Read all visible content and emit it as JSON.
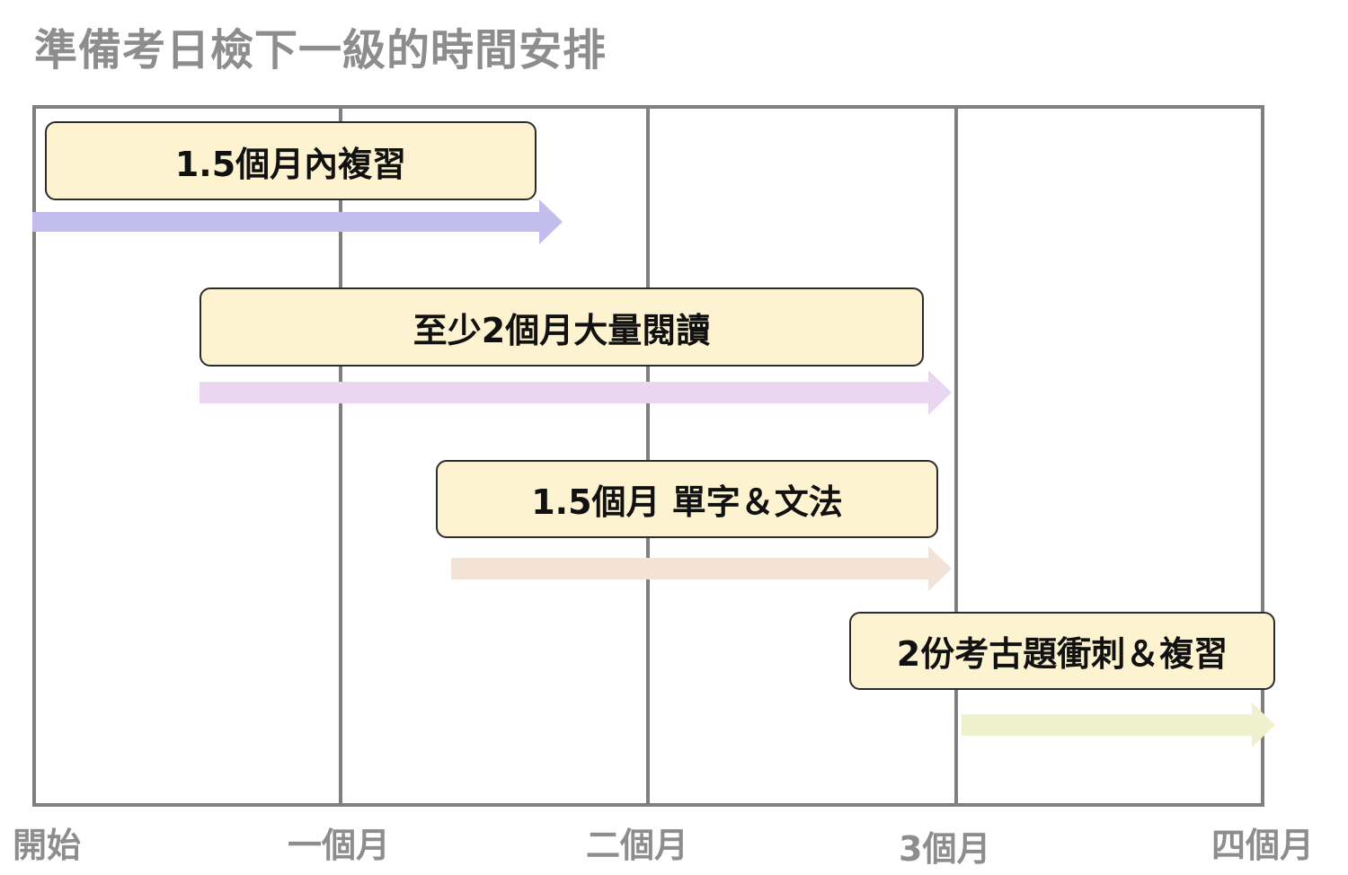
{
  "title": "準備考日檢下一級的時間安排",
  "colors": {
    "grid": "#7f7f7f",
    "title_text": "#8d8d8d",
    "box_fill": "#fdf3d0",
    "box_border": "#2b2b2b"
  },
  "timeline": {
    "ticks": [
      "開始",
      "一個月",
      "二個月",
      "3個月",
      "四個月"
    ],
    "unit": "month",
    "range": [
      0,
      4
    ]
  },
  "tasks": [
    {
      "label": "1.5個月內複習",
      "start_month": 0,
      "end_month": 1.7,
      "arrow_color": "#c3bdee"
    },
    {
      "label": "至少2個月大量閱讀",
      "start_month": 0.55,
      "end_month": 3.0,
      "arrow_color": "#ead6f1"
    },
    {
      "label": "1.5個月 單字＆文法",
      "start_month": 1.4,
      "end_month": 3.0,
      "arrow_color": "#f3e3d6"
    },
    {
      "label": "2份考古題衝刺＆複習",
      "start_month": 3.0,
      "end_month": 4.0,
      "arrow_color": "#eff0cc"
    }
  ]
}
